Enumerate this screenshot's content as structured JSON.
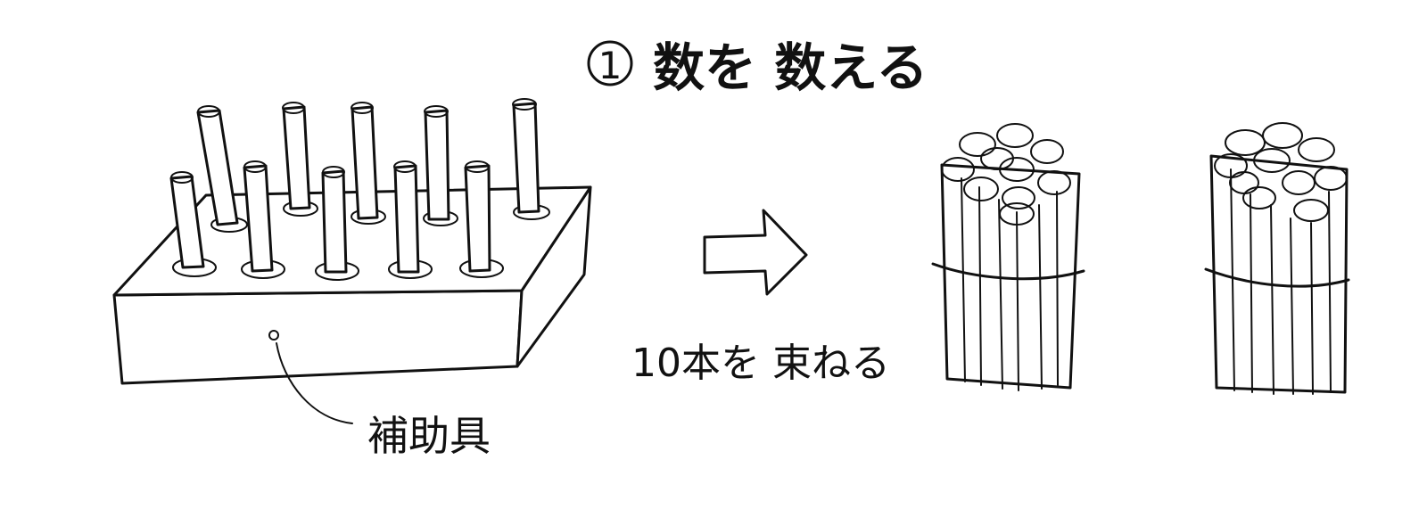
{
  "title": {
    "number": "1",
    "text": "数を 数える"
  },
  "labels": {
    "bundle_instruction": "10本を 束ねる",
    "device": "補助具"
  },
  "illustrations": {
    "counting_aid": {
      "icon": "peg-board-icon",
      "peg_count": 10
    },
    "arrow": {
      "icon": "right-arrow-icon"
    },
    "bundles": [
      {
        "icon": "stick-bundle-icon",
        "sticks": 10
      },
      {
        "icon": "stick-bundle-icon",
        "sticks": 10
      }
    ]
  },
  "colors": {
    "ink": "#111111",
    "paper": "#ffffff"
  }
}
